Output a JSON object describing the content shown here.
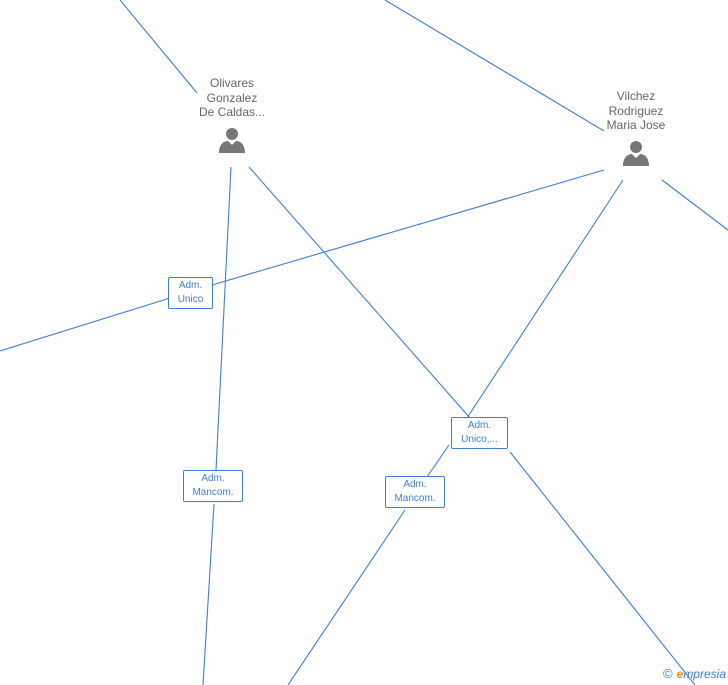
{
  "diagram": {
    "people": [
      {
        "id": "olivares",
        "lines": [
          "Olivares",
          "Gonzalez",
          "De Caldas..."
        ]
      },
      {
        "id": "vilchez",
        "lines": [
          "Vilchez",
          "Rodriguez",
          "Maria Jose"
        ]
      }
    ],
    "roles": [
      {
        "id": "adm-unico",
        "lines": [
          "Adm.",
          "Unico"
        ]
      },
      {
        "id": "adm-mancom-left",
        "lines": [
          "Adm.",
          "Mancom."
        ]
      },
      {
        "id": "adm-unico-multi",
        "lines": [
          "Adm.",
          "Unico,..."
        ]
      },
      {
        "id": "adm-mancom-mid",
        "lines": [
          "Adm.",
          "Mancom."
        ]
      }
    ]
  },
  "brand": {
    "copyright": "©",
    "initial": "e",
    "rest": "mpresia"
  },
  "icons": {
    "person": "person-icon"
  },
  "colors": {
    "edge": "#3d7fd4",
    "text": "#666666",
    "icon": "#777777",
    "brand_accent": "#f08c1e"
  }
}
